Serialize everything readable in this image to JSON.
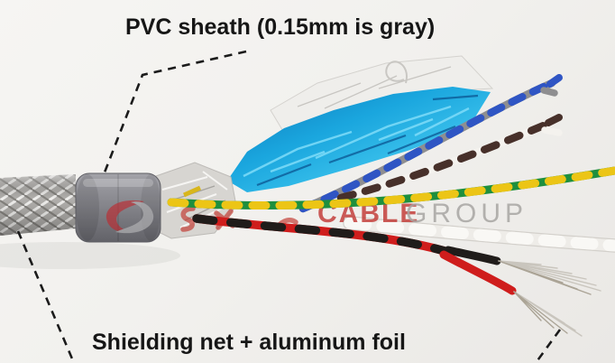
{
  "annotations": {
    "top_label": "PVC sheath (0.15mm is gray)",
    "bottom_label": "Shielding net + aluminum foil"
  },
  "watermark": {
    "logo": "double-swoosh-logo",
    "brand_word_red": "CABLE",
    "brand_word_gray": "GROUP",
    "red_color": "#c0302c",
    "gray_color": "#a8a6a3"
  },
  "photo": {
    "subject": "Shielded multi-core cable cutaway with stripped twisted pairs",
    "background_color": "#f1efec",
    "components": [
      {
        "name": "braided-shield",
        "label": "shielding net (tinned braid)",
        "color": "#b2b0ad"
      },
      {
        "name": "pvc-sheath-ring",
        "label": "gray PVC sheath",
        "color": "#85858b"
      },
      {
        "name": "aluminum-foil",
        "label": "aluminum foil",
        "color": "#d7d5d1"
      },
      {
        "name": "blue-mylar-foil",
        "label": "blue foil wrap",
        "color": "#17a3dc"
      },
      {
        "name": "pair-blue-gray",
        "colors": [
          "#2f55c4",
          "#8e8e90"
        ]
      },
      {
        "name": "pair-brown-white",
        "colors": [
          "#47302a",
          "#f4f2ee"
        ]
      },
      {
        "name": "pair-green-yellow",
        "colors": [
          "#1e8f3e",
          "#ecc516"
        ]
      },
      {
        "name": "pair-red-black",
        "colors": [
          "#cf1d1c",
          "#201c1a"
        ]
      },
      {
        "name": "pair-white",
        "colors": [
          "#eeece8",
          "#f9f8f5"
        ]
      },
      {
        "name": "copper-strands",
        "color": "#c9c5bd"
      }
    ]
  }
}
